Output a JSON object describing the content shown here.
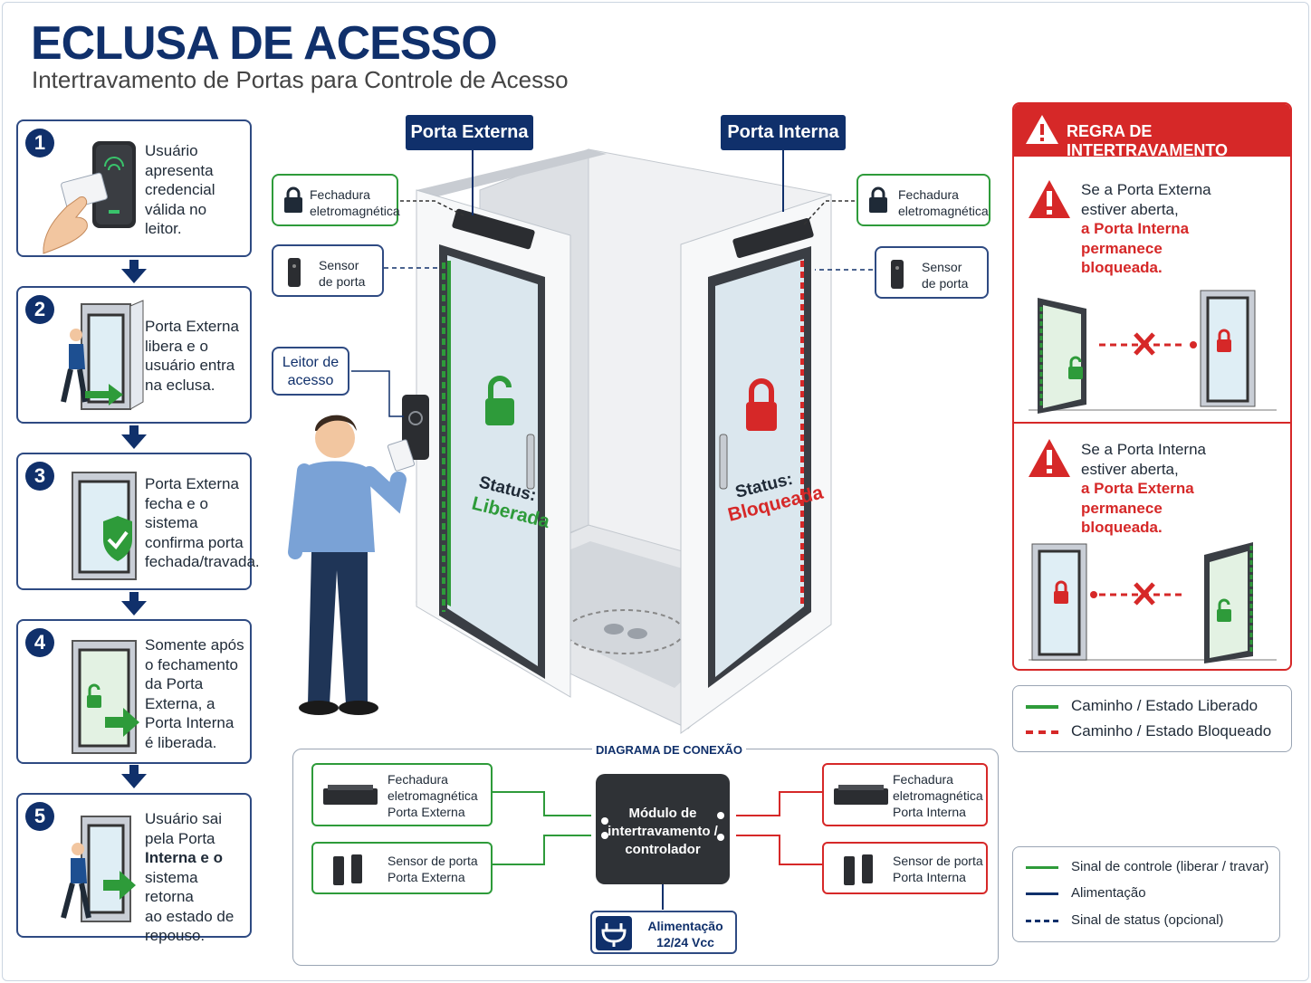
{
  "header": {
    "title": "ECLUSA DE ACESSO",
    "subtitle": "Intertravamento de Portas para Controle de Acesso"
  },
  "steps": [
    {
      "num": "1",
      "lines": [
        "Usuário",
        "apresenta",
        "credencial",
        "válida no",
        "leitor."
      ]
    },
    {
      "num": "2",
      "lines": [
        "Porta Externa",
        "libera e o",
        "usuário entra",
        "na eclusa."
      ]
    },
    {
      "num": "3",
      "lines": [
        "Porta Externa",
        "fecha e o",
        "sistema",
        "confirma porta",
        "fechada/travada."
      ]
    },
    {
      "num": "4",
      "lines": [
        "Somente após",
        "o fechamento",
        "da Porta",
        "Externa, a",
        "Porta Interna",
        "é liberada."
      ]
    },
    {
      "num": "5",
      "lines": [
        "Usuário sai",
        "pela Porta",
        "Interna e o",
        "sistema retorna",
        "ao estado de",
        "repouso."
      ]
    }
  ],
  "scene": {
    "tag_outer": "Porta Externa",
    "tag_inner": "Porta Interna",
    "lock_left": [
      "Fechadura",
      "eletromagnética"
    ],
    "lock_right": [
      "Fechadura",
      "eletromagnética"
    ],
    "sensor_left": [
      "Sensor",
      "de porta"
    ],
    "sensor_right": [
      "Sensor",
      "de porta"
    ],
    "reader": [
      "Leitor de",
      "acesso"
    ],
    "status_label": "Status:",
    "status_outer": "Liberada",
    "status_inner": "Bloqueada"
  },
  "rule": {
    "title": "REGRA DE INTERTRAVAMENTO",
    "case1": {
      "line1": "Se a Porta Externa",
      "line2": "estiver aberta,",
      "red1": "a Porta Interna",
      "red2": "permanece",
      "red3": "bloqueada."
    },
    "case2": {
      "line1": "Se a Porta Interna",
      "line2": "estiver aberta,",
      "red1": "a Porta Externa",
      "red2": "permanece",
      "red3": "bloqueada."
    }
  },
  "legend_state": {
    "green": "Caminho / Estado Liberado",
    "red": "Caminho / Estado Bloqueado"
  },
  "diagram": {
    "title": "DIAGRAMA DE CONEXÃO",
    "lock_ext": [
      "Fechadura",
      "eletromagnética",
      "Porta Externa"
    ],
    "sensor_ext": [
      "Sensor de porta",
      "Porta Externa"
    ],
    "lock_int": [
      "Fechadura",
      "eletromagnética",
      "Porta Interna"
    ],
    "sensor_int": [
      "Sensor de porta",
      "Porta Interna"
    ],
    "controller": [
      "Módulo de",
      "intertravamento /",
      "controlador"
    ],
    "power": [
      "Alimentação",
      "12/24 Vcc"
    ]
  },
  "legend_signal": {
    "control": "Sinal de controle (liberar / travar)",
    "power": "Alimentação",
    "status": "Sinal de status (opcional)"
  },
  "colors": {
    "navy": "#10306b",
    "green": "#2e9b3a",
    "red": "#d62828"
  }
}
